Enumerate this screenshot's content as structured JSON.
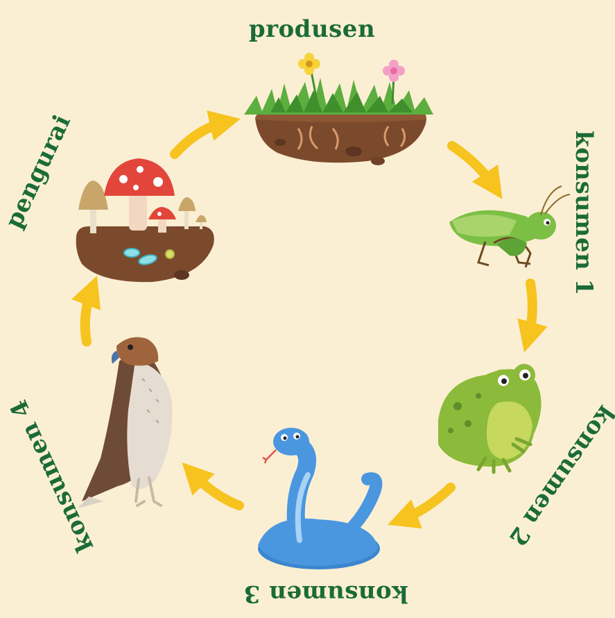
{
  "colors": {
    "background": "#fbefd3",
    "label": "#1b6b38",
    "arrow": "#f6c31f",
    "soil": "#7b4a2c",
    "grass": "#5cae3f"
  },
  "nodes": [
    {
      "id": "produsen",
      "label": "produsen",
      "icon": "grass-soil-icon"
    },
    {
      "id": "konsumen1",
      "label": "konsumen 1",
      "icon": "grasshopper-icon"
    },
    {
      "id": "konsumen2",
      "label": "konsumen 2",
      "icon": "frog-icon"
    },
    {
      "id": "konsumen3",
      "label": "konsumen 3",
      "icon": "snake-icon"
    },
    {
      "id": "konsumen4",
      "label": "konsumen 4",
      "icon": "hawk-icon"
    },
    {
      "id": "pengurai",
      "label": "pengurai",
      "icon": "mushroom-decomposer-icon"
    }
  ],
  "cycle_direction": "clockwise"
}
